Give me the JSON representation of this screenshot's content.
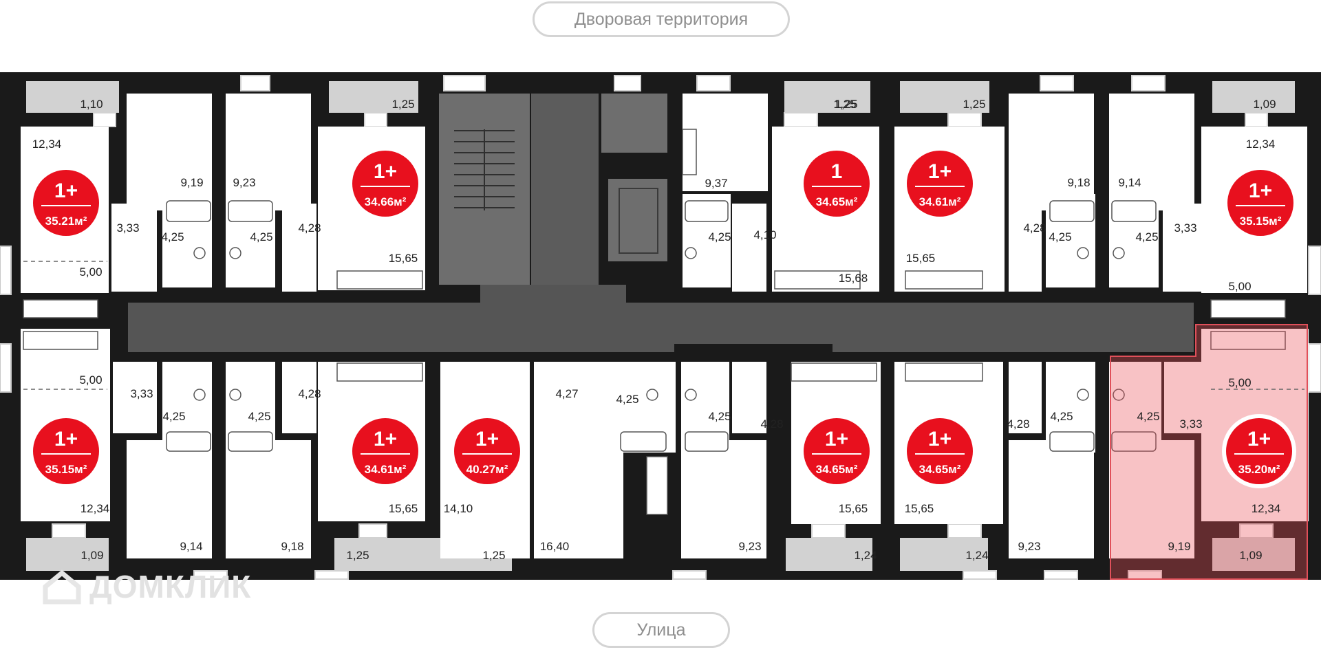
{
  "labels": {
    "courtyard": "Дворовая территория",
    "street": "Улица",
    "watermark": "ДОМКЛИК"
  },
  "colors": {
    "wall": "#1a1a1a",
    "corridor": "#555555",
    "stair": "#6e6e6e",
    "balcony": "#d2d2d2",
    "badge": "#e8101e",
    "highlight": "rgba(235,80,90,0.35)",
    "highlight_border": "#e0505a"
  },
  "apartments": [
    {
      "id": "a1",
      "rooms": "1+",
      "area": "35.21м²",
      "highlighted": false
    },
    {
      "id": "a2",
      "rooms": "1+",
      "area": "34.66м²",
      "highlighted": false
    },
    {
      "id": "a3",
      "rooms": "1",
      "area": "34.65м²",
      "highlighted": false
    },
    {
      "id": "a4",
      "rooms": "1+",
      "area": "34.61м²",
      "highlighted": false
    },
    {
      "id": "a5",
      "rooms": "1+",
      "area": "35.15м²",
      "highlighted": false
    },
    {
      "id": "a6",
      "rooms": "1+",
      "area": "35.15м²",
      "highlighted": false
    },
    {
      "id": "a7",
      "rooms": "1+",
      "area": "34.61м²",
      "highlighted": false
    },
    {
      "id": "a8",
      "rooms": "1+",
      "area": "40.27м²",
      "highlighted": false
    },
    {
      "id": "a9",
      "rooms": "1+",
      "area": "34.65м²",
      "highlighted": false
    },
    {
      "id": "a10",
      "rooms": "1+",
      "area": "34.65м²",
      "highlighted": false
    },
    {
      "id": "a11",
      "rooms": "1+",
      "area": "35.20м²",
      "highlighted": true
    }
  ],
  "room_areas": [
    "1,10",
    "12,34",
    "9,19",
    "9,23",
    "1,25",
    "1,25",
    "9,37",
    "1,25",
    "1,25",
    "9,18",
    "9,14",
    "1,09",
    "12,34",
    "3,33",
    "4,25",
    "4,25",
    "4,28",
    "4,25",
    "4,10",
    "4,28",
    "4,25",
    "4,25",
    "3,33",
    "5,00",
    "15,65",
    "15,68",
    "15,65",
    "5,00",
    "5,00",
    "3,33",
    "4,25",
    "4,25",
    "4,28",
    "4,27",
    "4,25",
    "4,25",
    "4,28",
    "4,28",
    "4,25",
    "5,00",
    "3,33",
    "4,25",
    "12,34",
    "15,65",
    "14,10",
    "15,65",
    "15,65",
    "12,34",
    "1,09",
    "9,14",
    "9,18",
    "1,25",
    "1,25",
    "16,40",
    "9,23",
    "1,24",
    "1,24",
    "9,23",
    "9,19",
    "1,09"
  ]
}
